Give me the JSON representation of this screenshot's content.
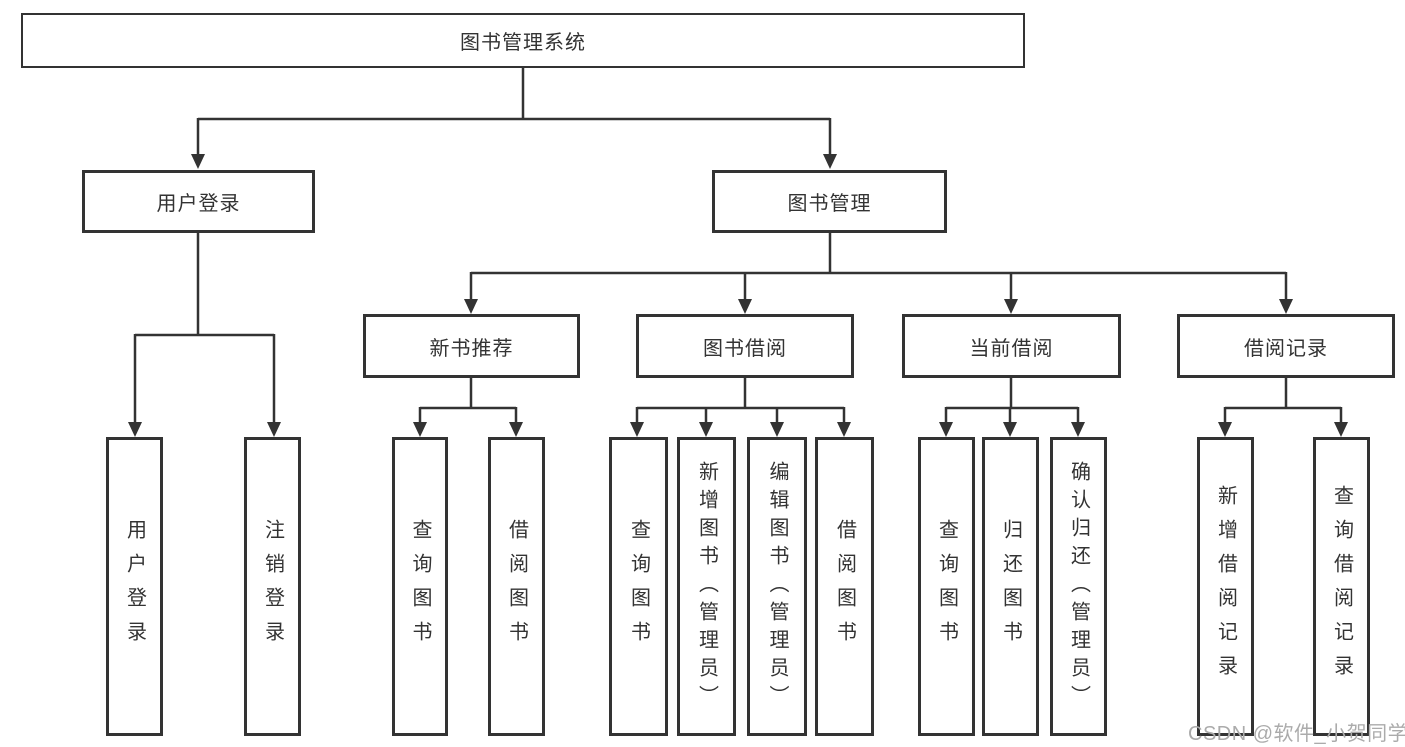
{
  "diagram": {
    "root": "图书管理系统",
    "level2": [
      "用户登录",
      "图书管理"
    ],
    "level3": [
      "新书推荐",
      "图书借阅",
      "当前借阅",
      "借阅记录"
    ],
    "leaves": [
      "用户登录",
      "注销登录",
      "查询图书",
      "借阅图书",
      "查询图书",
      "新增图书（管理员）",
      "编辑图书（管理员）",
      "借阅图书",
      "查询图书",
      "归还图书",
      "确认归还（管理员）",
      "新增借阅记录",
      "查询借阅记录"
    ]
  },
  "watermark": "CSDN @软件_小贺同学",
  "colors": {
    "line": "#333333",
    "border": "#333333",
    "text": "#333333",
    "watermark": "#ababab",
    "background": "#ffffff"
  }
}
